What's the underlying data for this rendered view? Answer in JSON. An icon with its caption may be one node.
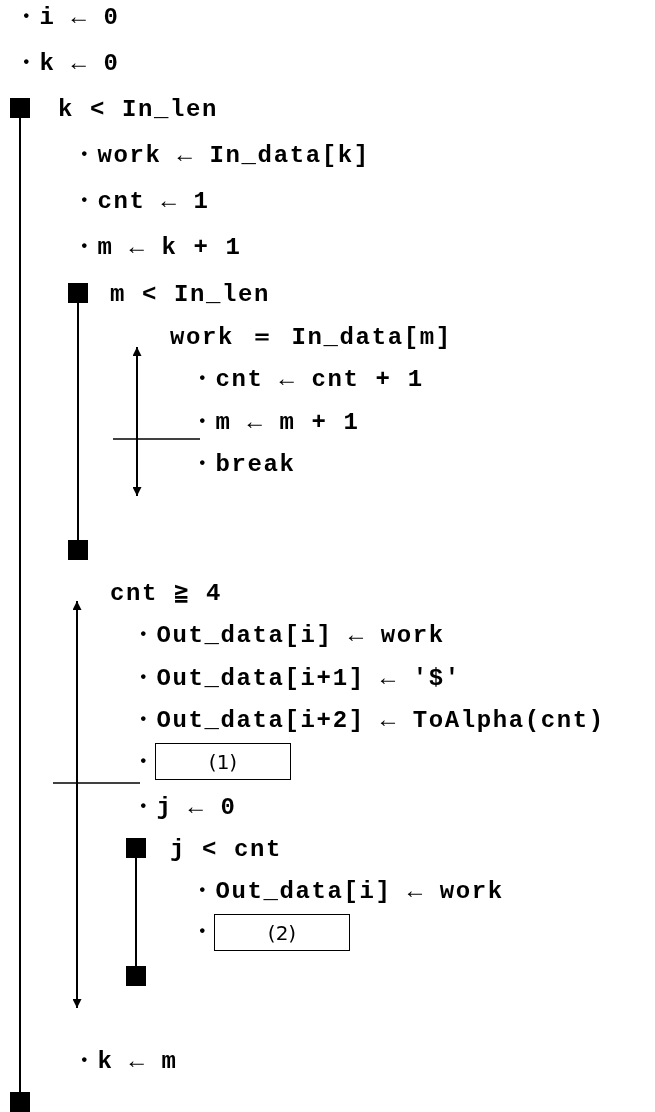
{
  "diagram": {
    "nodes": [
      {
        "text": [
          "(1)"
        ]
      },
      {
        "text": [
          "(2)"
        ]
      }
    ],
    "labels": [
      "・i ← 0",
      "・k ← 0",
      "k < In_len",
      "・work ← In_data[k]",
      "・cnt ← 1",
      "・m ← k + 1",
      "m < In_len",
      "work ＝ In_data[m]",
      "・cnt ← cnt + 1",
      "・m ← m + 1",
      "・break",
      "cnt ≧ 4",
      "・Out_data[i] ← work",
      "・Out_data[i+1] ← '$'",
      "・Out_data[i+2] ← ToAlpha(cnt)",
      "・",
      "・j ← 0",
      "j < cnt",
      "・Out_data[i] ← work",
      "・",
      "・k ← m"
    ]
  }
}
